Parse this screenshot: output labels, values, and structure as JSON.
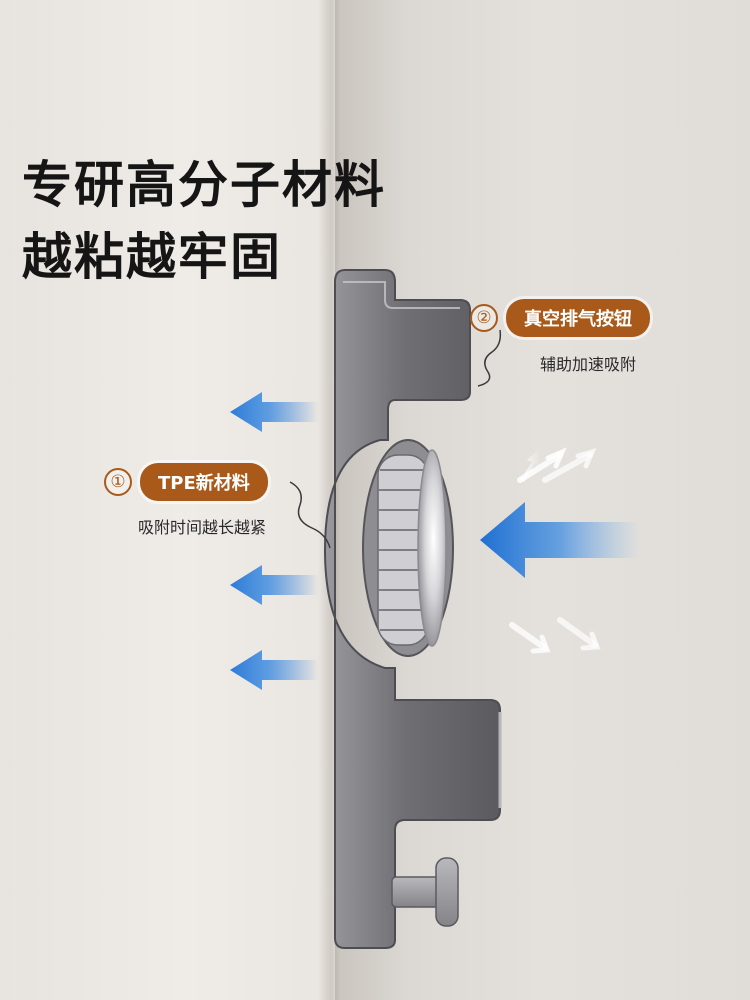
{
  "headline": {
    "line1": "专研高分子材料",
    "line2": "越粘越牢固"
  },
  "callouts": [
    {
      "number": "①",
      "label": "TPE新材料",
      "description": "吸附时间越长越紧"
    },
    {
      "number": "②",
      "label": "真空排气按钮",
      "description": "辅助加速吸附"
    }
  ],
  "colors": {
    "accent": "#a95a1a",
    "arrow_blue": "#2d7bd8",
    "hook_metal": "#7b7b7f",
    "text_dark": "#151515"
  },
  "icons": [
    "suction-arrow-icon",
    "exhaust-arrow-icon"
  ]
}
